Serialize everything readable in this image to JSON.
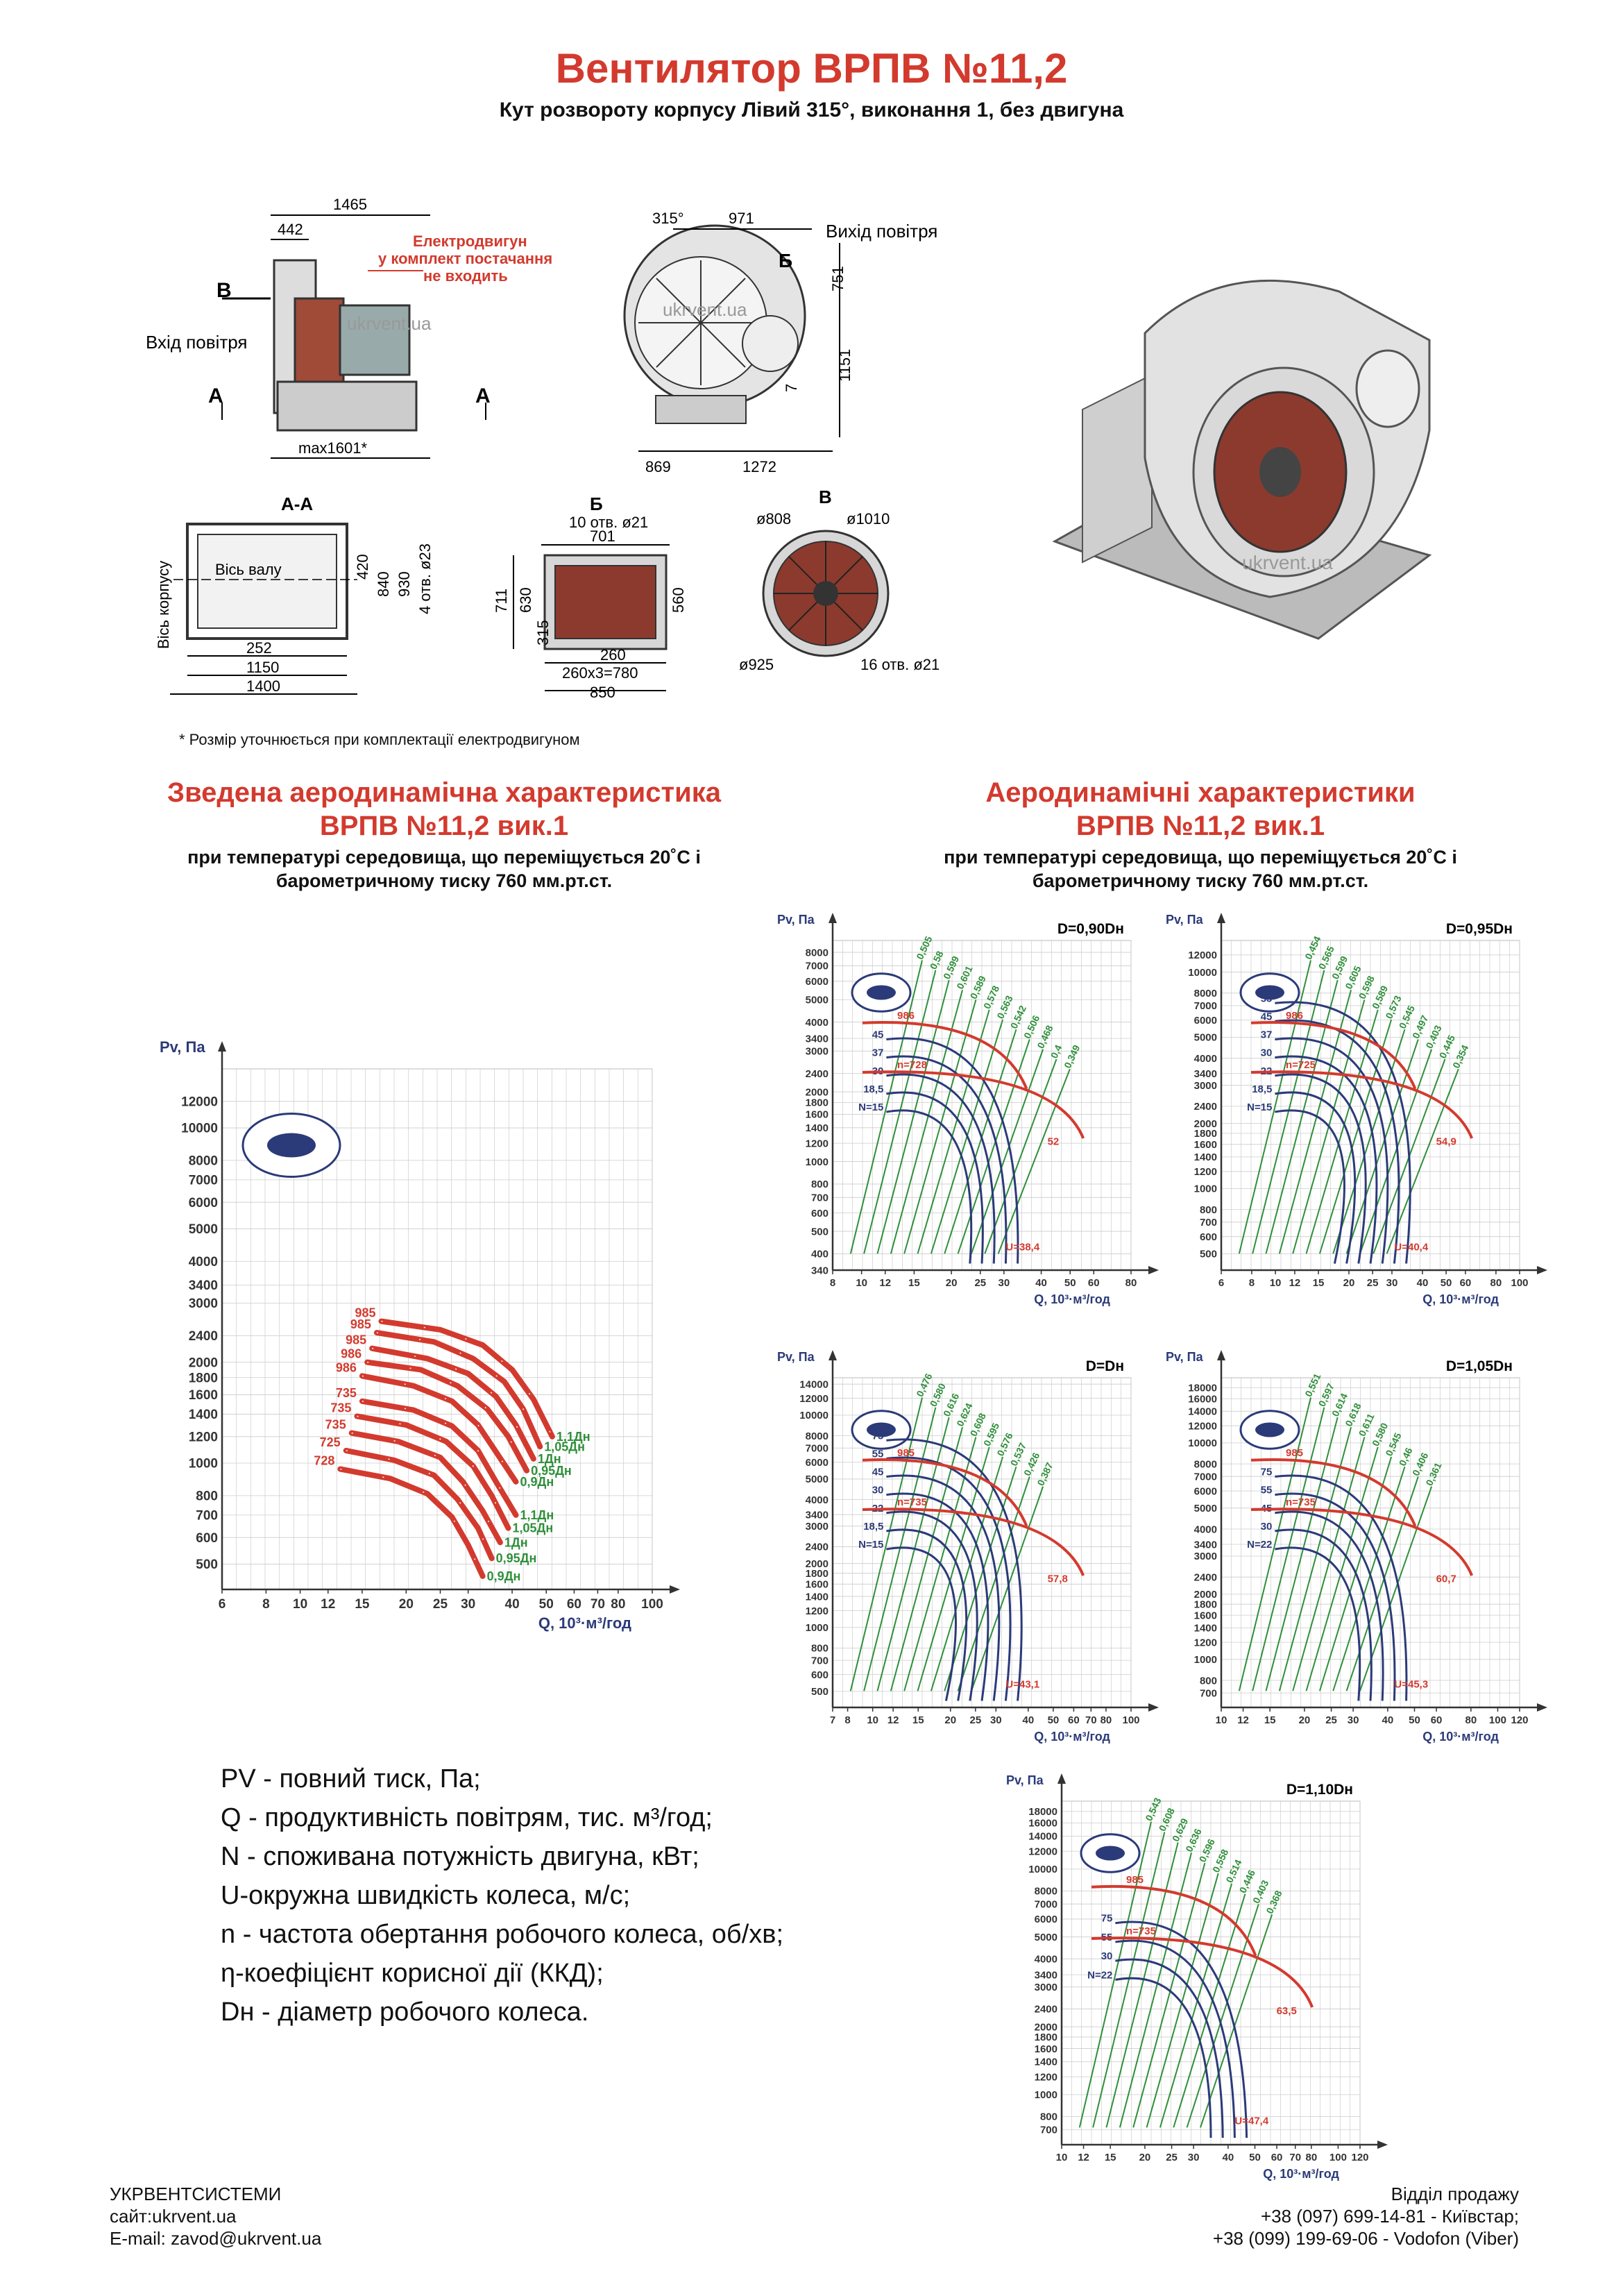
{
  "header": {
    "title": "Вентилятор ВРПВ №11,2",
    "subtitle": "Кут розвороту корпусу Лівий 315°, виконання 1, без двигуна"
  },
  "drawings": {
    "side": {
      "dims": [
        "1465",
        "442",
        "max1601*"
      ],
      "inlet_label": "Вхід повітря",
      "motor_note": [
        "Електродвигун",
        "у комплект постачання",
        "не входить"
      ],
      "section_marks": [
        "В",
        "А",
        "А"
      ]
    },
    "front": {
      "angle": "315°",
      "dims": [
        "971",
        "751",
        "1151",
        "869",
        "1272",
        "7"
      ],
      "outlet_label": "Вихід повітря",
      "section_mark": "Б"
    },
    "section_aa": {
      "title": "А-А",
      "labels": [
        "Вісь корпусу",
        "Вісь валу"
      ],
      "dims": [
        "420",
        "840",
        "930",
        "4 отв. ø23",
        "252",
        "1150",
        "1400"
      ]
    },
    "section_b": {
      "title": "Б",
      "dims": [
        "10 отв. ø21",
        "701",
        "711",
        "630",
        "315",
        "560",
        "260",
        "260x3=780",
        "850"
      ]
    },
    "section_v": {
      "title": "В",
      "dims": [
        "ø808",
        "ø1010",
        "ø925",
        "16 отв. ø21"
      ]
    },
    "watermark": "ukrvent.ua",
    "footnote": "* Розмір уточнюється при комплектації електродвигуном"
  },
  "summary_section": {
    "title_lines": [
      "Зведена аеродинамічна характеристика",
      "ВРПВ №11,2 вик.1"
    ],
    "sub_lines": [
      "при температурі середовища, що переміщується 20˚С і",
      "барометричному тиску 760 мм.рт.ст."
    ]
  },
  "aero_section": {
    "title_lines": [
      "Аеродинамічні характеристики",
      "ВРПВ №11,2 вик.1"
    ],
    "sub_lines": [
      "при температурі середовища, що переміщується 20˚С і",
      "барометричному тиску 760 мм.рт.ст."
    ]
  },
  "colors": {
    "accent": "#d33a2e",
    "blue": "#2b3a78",
    "green": "#2f8f3a",
    "grid": "#cccccc"
  },
  "chart_data": [
    {
      "type": "line",
      "title": "",
      "xlabel": "Q, 10³·м³/год",
      "ylabel": "Pv, Па",
      "x_scale": "log",
      "y_scale": "log",
      "xlim": [
        6,
        100
      ],
      "ylim": [
        420,
        15000
      ],
      "x_ticks": [
        6,
        8,
        10,
        12,
        15,
        20,
        25,
        30,
        40,
        50,
        60,
        70,
        80,
        100
      ],
      "y_ticks": [
        500,
        600,
        700,
        800,
        1000,
        1200,
        1400,
        1600,
        1800,
        2000,
        2400,
        3000,
        3400,
        4000,
        5000,
        6000,
        7000,
        8000,
        10000,
        12000
      ],
      "series": [
        {
          "name": "1,1Дн",
          "rpm": "985",
          "x": [
            17,
            25,
            33,
            40,
            46,
            52
          ],
          "y": [
            2650,
            2500,
            2250,
            1900,
            1550,
            1200
          ]
        },
        {
          "name": "1,05Дн",
          "rpm": "985",
          "x": [
            16.5,
            24,
            31,
            38,
            43,
            48
          ],
          "y": [
            2450,
            2300,
            2050,
            1750,
            1450,
            1120
          ]
        },
        {
          "name": "1Дн",
          "rpm": "985",
          "x": [
            16,
            23,
            30,
            36,
            41,
            46
          ],
          "y": [
            2200,
            2050,
            1850,
            1580,
            1300,
            1030
          ]
        },
        {
          "name": "0,95Дн",
          "rpm": "986",
          "x": [
            15.5,
            22,
            28,
            34,
            39,
            44
          ],
          "y": [
            2000,
            1900,
            1700,
            1450,
            1200,
            950
          ]
        },
        {
          "name": "0,9Дн",
          "rpm": "986",
          "x": [
            15,
            21,
            27,
            32,
            36,
            41
          ],
          "y": [
            1820,
            1700,
            1530,
            1300,
            1080,
            880
          ]
        },
        {
          "name": "1,1Дн",
          "rpm": "735",
          "x": [
            15,
            21,
            27,
            32,
            36,
            41
          ],
          "y": [
            1530,
            1440,
            1290,
            1090,
            880,
            700
          ]
        },
        {
          "name": "1,05Дн",
          "rpm": "735",
          "x": [
            14.5,
            20,
            26,
            31,
            35,
            39
          ],
          "y": [
            1380,
            1300,
            1160,
            980,
            800,
            640
          ]
        },
        {
          "name": "1Дн",
          "rpm": "735",
          "x": [
            14,
            19,
            25,
            29,
            33,
            37
          ],
          "y": [
            1230,
            1160,
            1040,
            880,
            720,
            580
          ]
        },
        {
          "name": "0,95Дн",
          "rpm": "725",
          "x": [
            13.5,
            18.5,
            24,
            28,
            32,
            35
          ],
          "y": [
            1090,
            1020,
            920,
            780,
            640,
            520
          ]
        },
        {
          "name": "0,9Дн",
          "rpm": "728",
          "x": [
            13,
            18,
            23,
            27,
            30,
            33
          ],
          "y": [
            960,
            900,
            810,
            690,
            570,
            460
          ]
        }
      ]
    },
    {
      "type": "line",
      "title": "D=0,90Dн",
      "xlabel": "Q, 10³·м³/год",
      "ylabel": "Pv, Па",
      "xlim": [
        8,
        80
      ],
      "ylim": [
        340,
        9000
      ],
      "x_ticks": [
        8,
        10,
        12,
        15,
        20,
        25,
        30,
        40,
        50,
        60,
        80
      ],
      "y_ticks": [
        340,
        400,
        500,
        600,
        700,
        800,
        1000,
        1200,
        1400,
        1600,
        1800,
        2000,
        2400,
        3000,
        3400,
        4000,
        5000,
        6000,
        7000,
        8000
      ],
      "power_labels": [
        "N=15",
        "18,5",
        "30",
        "37",
        "45"
      ],
      "efficiency_labels": [
        "0,505",
        "0,58",
        "0,599",
        "0,601",
        "0,589",
        "0,578",
        "0,563",
        "0,542",
        "0,506",
        "0,468",
        "0,4",
        "0,349"
      ],
      "rpm_labels": [
        "986",
        "n=728"
      ],
      "speed_labels": [
        "52",
        "U=38,4"
      ]
    },
    {
      "type": "line",
      "title": "D=0,95Dн",
      "xlabel": "Q, 10³·м³/год",
      "ylabel": "Pv, Па",
      "xlim": [
        6,
        100
      ],
      "ylim": [
        420,
        14000
      ],
      "x_ticks": [
        6,
        8,
        10,
        12,
        15,
        20,
        25,
        30,
        40,
        50,
        60,
        80,
        100
      ],
      "y_ticks": [
        500,
        600,
        700,
        800,
        1000,
        1200,
        1400,
        1600,
        1800,
        2000,
        2400,
        3000,
        3400,
        4000,
        5000,
        6000,
        7000,
        8000,
        10000,
        12000
      ],
      "power_labels": [
        "N=15",
        "18,5",
        "22",
        "30",
        "37",
        "45",
        "55"
      ],
      "efficiency_labels": [
        "0,454",
        "0,565",
        "0,599",
        "0,605",
        "0,598",
        "0,589",
        "0,573",
        "0,545",
        "0,497",
        "0,403",
        "0,445",
        "0,354"
      ],
      "rpm_labels": [
        "986",
        "n=725"
      ],
      "speed_labels": [
        "54,9",
        "U=40,4"
      ]
    },
    {
      "type": "line",
      "title": "D=Dн",
      "xlabel": "Q, 10³·м³/год",
      "ylabel": "Pv, Па",
      "xlim": [
        7,
        100
      ],
      "ylim": [
        420,
        15000
      ],
      "x_ticks": [
        7,
        8,
        10,
        12,
        15,
        20,
        25,
        30,
        40,
        50,
        60,
        70,
        80,
        100
      ],
      "y_ticks": [
        500,
        600,
        700,
        800,
        1000,
        1200,
        1400,
        1600,
        1800,
        2000,
        2400,
        3000,
        3400,
        4000,
        5000,
        6000,
        7000,
        8000,
        10000,
        12000,
        14000
      ],
      "power_labels": [
        "N=15",
        "18,5",
        "22",
        "30",
        "45",
        "55",
        "75"
      ],
      "efficiency_labels": [
        "0,476",
        "0,580",
        "0,616",
        "0,624",
        "0,608",
        "0,595",
        "0,576",
        "0,537",
        "0,426",
        "0,387"
      ],
      "rpm_labels": [
        "985",
        "n=735"
      ],
      "speed_labels": [
        "57,8",
        "U=43,1"
      ]
    },
    {
      "type": "line",
      "title": "D=1,05Dн",
      "xlabel": "Q, 10³·м³/год",
      "ylabel": "Pv, Па",
      "xlim": [
        10,
        120
      ],
      "ylim": [
        600,
        20000
      ],
      "x_ticks": [
        10,
        12,
        15,
        20,
        25,
        30,
        40,
        50,
        60,
        80,
        100,
        120
      ],
      "y_ticks": [
        700,
        800,
        1000,
        1200,
        1400,
        1600,
        1800,
        2000,
        2400,
        3000,
        3400,
        4000,
        5000,
        6000,
        7000,
        8000,
        10000,
        12000,
        14000,
        16000,
        18000
      ],
      "power_labels": [
        "N=22",
        "30",
        "45",
        "55",
        "75"
      ],
      "efficiency_labels": [
        "0,551",
        "0,597",
        "0,614",
        "0,618",
        "0,611",
        "0,580",
        "0,545",
        "0,46",
        "0,406",
        "0,361"
      ],
      "rpm_labels": [
        "985",
        "n=735"
      ],
      "speed_labels": [
        "60,7",
        "U=45,3"
      ]
    },
    {
      "type": "line",
      "title": "D=1,10Dн",
      "xlabel": "Q, 10³·м³/год",
      "ylabel": "Pv, Па",
      "xlim": [
        10,
        120
      ],
      "ylim": [
        600,
        20000
      ],
      "x_ticks": [
        10,
        12,
        15,
        20,
        25,
        30,
        40,
        50,
        60,
        70,
        80,
        100,
        120
      ],
      "y_ticks": [
        700,
        800,
        1000,
        1200,
        1400,
        1600,
        1800,
        2000,
        2400,
        3000,
        3400,
        4000,
        5000,
        6000,
        7000,
        8000,
        10000,
        12000,
        14000,
        16000,
        18000
      ],
      "power_labels": [
        "N=22",
        "30",
        "55",
        "75"
      ],
      "efficiency_labels": [
        "0,543",
        "0,608",
        "0,629",
        "0,636",
        "0,596",
        "0,558",
        "0,514",
        "0,446",
        "0,403",
        "0,368"
      ],
      "rpm_labels": [
        "985",
        "n=735"
      ],
      "speed_labels": [
        "63,5",
        "U=47,4"
      ]
    }
  ],
  "legend": [
    {
      "sym": "PV",
      "text": " - повний тиск, Па;"
    },
    {
      "sym": "Q",
      "text": " - продуктивність повітрям, тис. м³/год;"
    },
    {
      "sym": "N",
      "text": " - споживана потужність двигуна, кВт;"
    },
    {
      "sym": "U",
      "text": "-окружна швидкість колеса, м/с;"
    },
    {
      "sym": "n",
      "text": " - частота обертання робочого колеса, об/хв;"
    },
    {
      "sym": "η",
      "text": "-коефіцієнт корисної дії (ККД);"
    },
    {
      "sym": "Dн",
      "text": " - діаметр робочого колеса."
    }
  ],
  "footer": {
    "company": "УКРВЕНТСИСТЕМИ",
    "site": "сайт:ukrvent.ua",
    "email": "E-mail: zavod@ukrvent.ua",
    "sales": "Відділ продажу",
    "phone1": "+38 (097) 699-14-81 - Київстар;",
    "phone2": "+38 (099) 199-69-06 - Vodofon (Viber)"
  }
}
